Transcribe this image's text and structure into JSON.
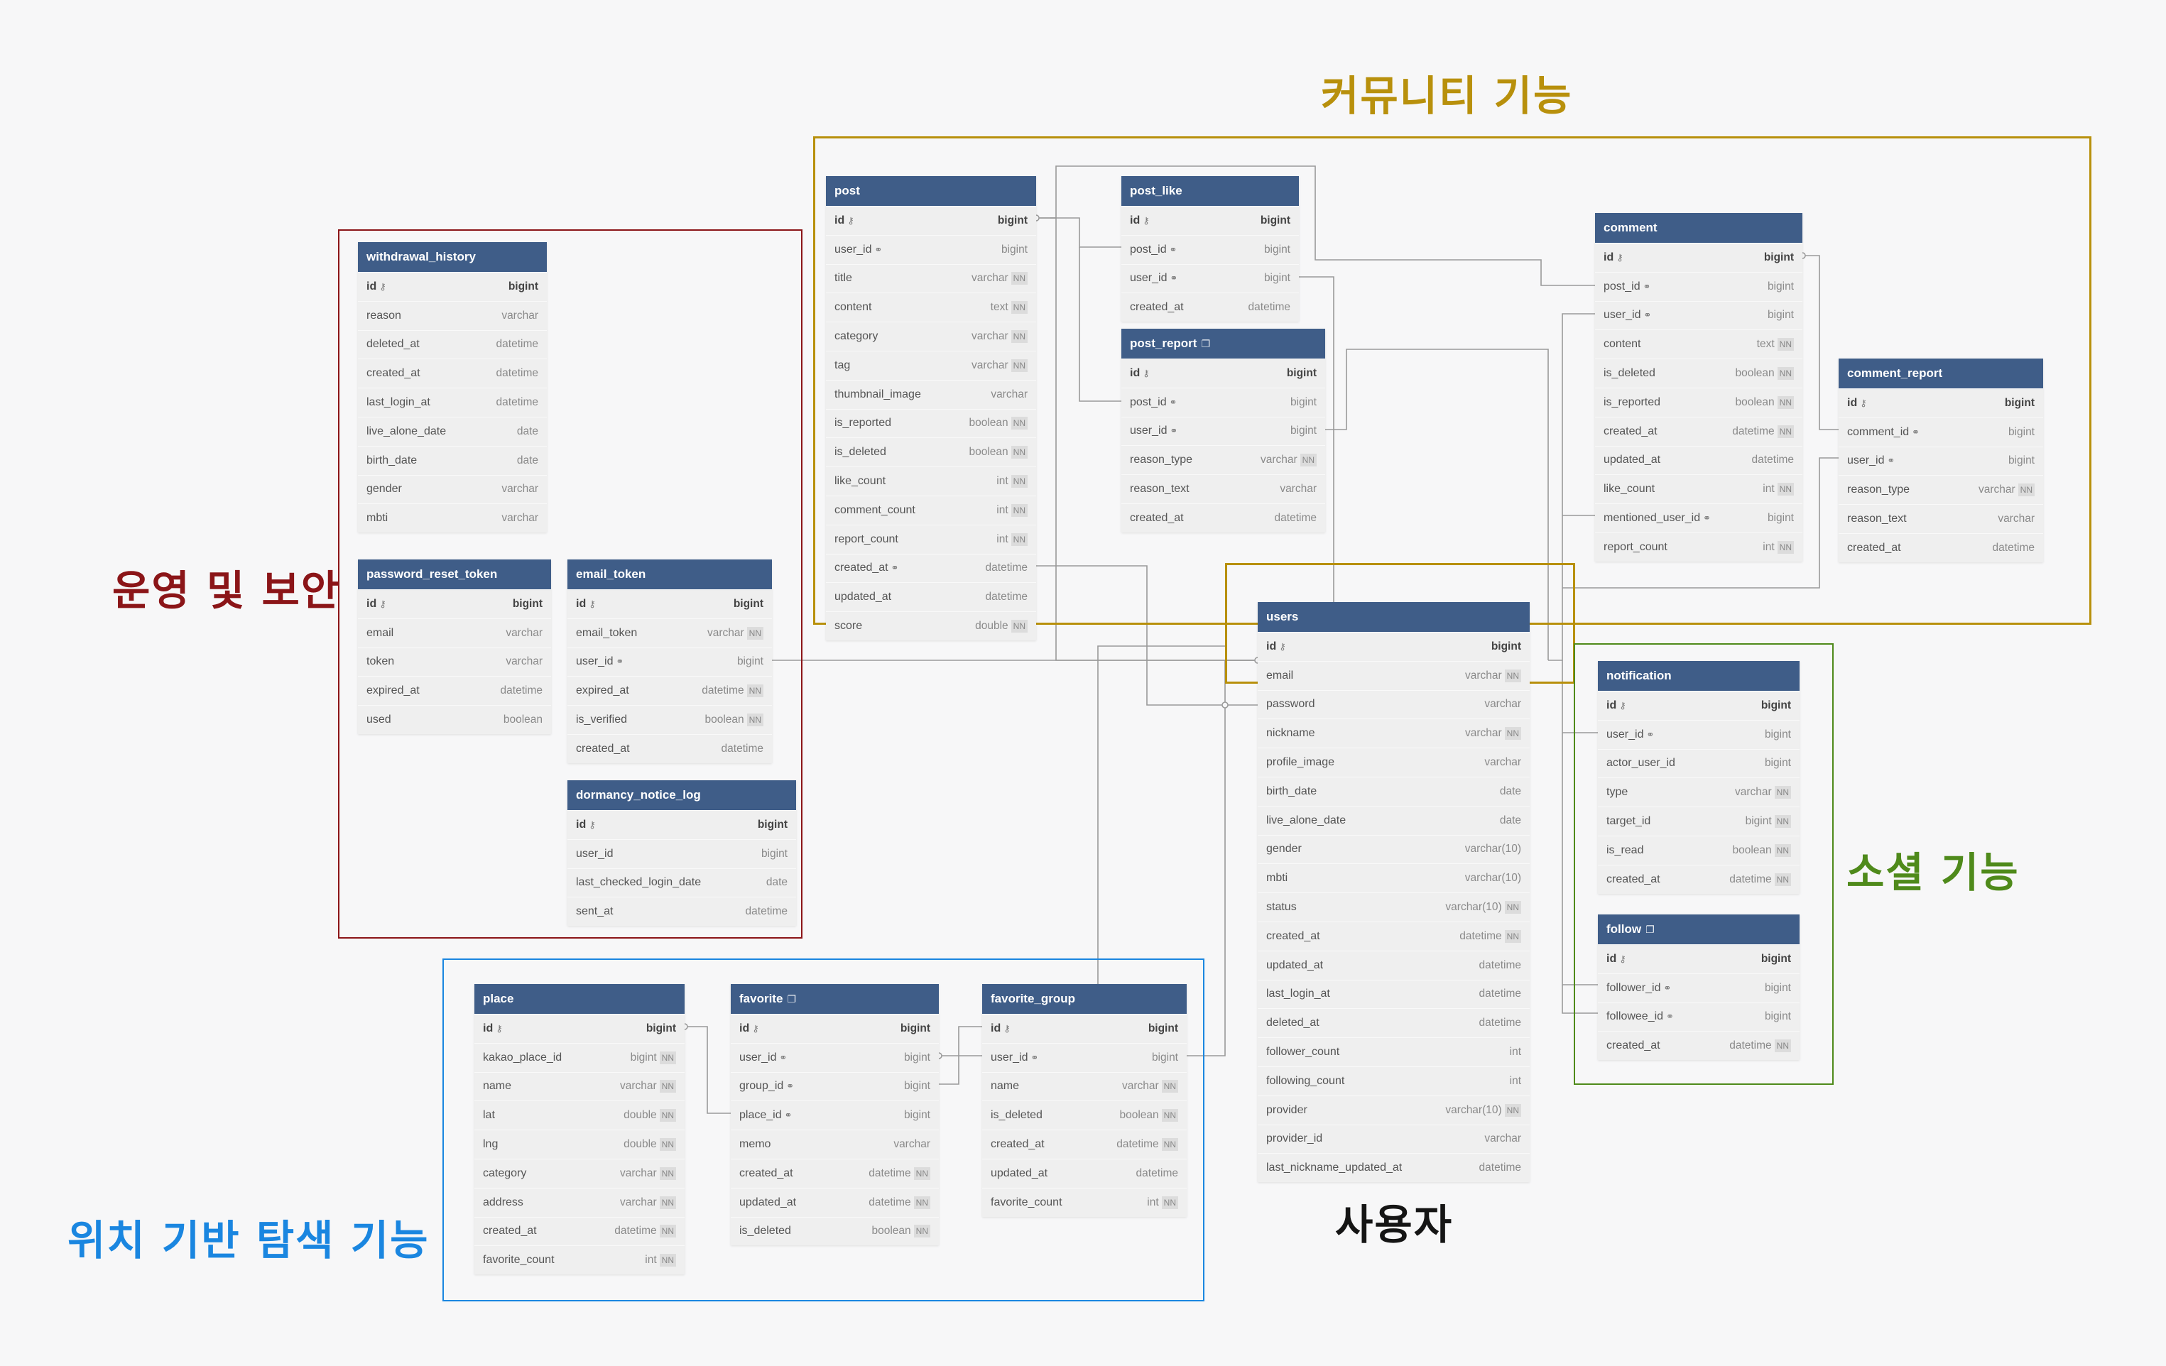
{
  "groups": {
    "community": {
      "title": "커뮤니티 기능",
      "color": "#b8900c"
    },
    "ops": {
      "title": "운영 및 보안",
      "color": "#8b1518"
    },
    "social": {
      "title": "소셜 기능",
      "color": "#4f8a1b"
    },
    "location": {
      "title": "위치 기반 탐색 기능",
      "color": "#1a86e0"
    },
    "users": {
      "title": "사용자",
      "color": "#151515"
    }
  },
  "tables": {
    "withdrawal_history": {
      "name": "withdrawal_history",
      "columns": [
        {
          "name": "id",
          "type": "bigint",
          "pk": true
        },
        {
          "name": "reason",
          "type": "varchar"
        },
        {
          "name": "deleted_at",
          "type": "datetime"
        },
        {
          "name": "created_at",
          "type": "datetime"
        },
        {
          "name": "last_login_at",
          "type": "datetime"
        },
        {
          "name": "live_alone_date",
          "type": "date"
        },
        {
          "name": "birth_date",
          "type": "date"
        },
        {
          "name": "gender",
          "type": "varchar"
        },
        {
          "name": "mbti",
          "type": "varchar"
        }
      ]
    },
    "password_reset_token": {
      "name": "password_reset_token",
      "columns": [
        {
          "name": "id",
          "type": "bigint",
          "pk": true
        },
        {
          "name": "email",
          "type": "varchar"
        },
        {
          "name": "token",
          "type": "varchar"
        },
        {
          "name": "expired_at",
          "type": "datetime"
        },
        {
          "name": "used",
          "type": "boolean"
        }
      ]
    },
    "email_token": {
      "name": "email_token",
      "columns": [
        {
          "name": "id",
          "type": "bigint",
          "pk": true
        },
        {
          "name": "email_token",
          "type": "varchar",
          "nn": true
        },
        {
          "name": "user_id",
          "type": "bigint",
          "fk": true
        },
        {
          "name": "expired_at",
          "type": "datetime",
          "nn": true
        },
        {
          "name": "is_verified",
          "type": "boolean",
          "nn": true
        },
        {
          "name": "created_at",
          "type": "datetime"
        }
      ]
    },
    "dormancy_notice_log": {
      "name": "dormancy_notice_log",
      "columns": [
        {
          "name": "id",
          "type": "bigint",
          "pk": true
        },
        {
          "name": "user_id",
          "type": "bigint"
        },
        {
          "name": "last_checked_login_date",
          "type": "date"
        },
        {
          "name": "sent_at",
          "type": "datetime"
        }
      ]
    },
    "post": {
      "name": "post",
      "columns": [
        {
          "name": "id",
          "type": "bigint",
          "pk": true
        },
        {
          "name": "user_id",
          "type": "bigint",
          "fk": true
        },
        {
          "name": "title",
          "type": "varchar",
          "nn": true
        },
        {
          "name": "content",
          "type": "text",
          "nn": true
        },
        {
          "name": "category",
          "type": "varchar",
          "nn": true
        },
        {
          "name": "tag",
          "type": "varchar",
          "nn": true
        },
        {
          "name": "thumbnail_image",
          "type": "varchar"
        },
        {
          "name": "is_reported",
          "type": "boolean",
          "nn": true
        },
        {
          "name": "is_deleted",
          "type": "boolean",
          "nn": true
        },
        {
          "name": "like_count",
          "type": "int",
          "nn": true
        },
        {
          "name": "comment_count",
          "type": "int",
          "nn": true
        },
        {
          "name": "report_count",
          "type": "int",
          "nn": true
        },
        {
          "name": "created_at",
          "type": "datetime",
          "fk": true
        },
        {
          "name": "updated_at",
          "type": "datetime"
        },
        {
          "name": "score",
          "type": "double",
          "nn": true
        }
      ]
    },
    "post_like": {
      "name": "post_like",
      "columns": [
        {
          "name": "id",
          "type": "bigint",
          "pk": true
        },
        {
          "name": "post_id",
          "type": "bigint",
          "fk": true
        },
        {
          "name": "user_id",
          "type": "bigint",
          "fk": true
        },
        {
          "name": "created_at",
          "type": "datetime"
        }
      ]
    },
    "post_report": {
      "name": "post_report",
      "note": true,
      "columns": [
        {
          "name": "id",
          "type": "bigint",
          "pk": true
        },
        {
          "name": "post_id",
          "type": "bigint",
          "fk": true
        },
        {
          "name": "user_id",
          "type": "bigint",
          "fk": true
        },
        {
          "name": "reason_type",
          "type": "varchar",
          "nn": true
        },
        {
          "name": "reason_text",
          "type": "varchar"
        },
        {
          "name": "created_at",
          "type": "datetime"
        }
      ]
    },
    "comment": {
      "name": "comment",
      "columns": [
        {
          "name": "id",
          "type": "bigint",
          "pk": true
        },
        {
          "name": "post_id",
          "type": "bigint",
          "fk": true
        },
        {
          "name": "user_id",
          "type": "bigint",
          "fk": true
        },
        {
          "name": "content",
          "type": "text",
          "nn": true
        },
        {
          "name": "is_deleted",
          "type": "boolean",
          "nn": true
        },
        {
          "name": "is_reported",
          "type": "boolean",
          "nn": true
        },
        {
          "name": "created_at",
          "type": "datetime",
          "nn": true
        },
        {
          "name": "updated_at",
          "type": "datetime"
        },
        {
          "name": "like_count",
          "type": "int",
          "nn": true
        },
        {
          "name": "mentioned_user_id",
          "type": "bigint",
          "fk": true
        },
        {
          "name": "report_count",
          "type": "int",
          "nn": true
        }
      ]
    },
    "comment_report": {
      "name": "comment_report",
      "columns": [
        {
          "name": "id",
          "type": "bigint",
          "pk": true
        },
        {
          "name": "comment_id",
          "type": "bigint",
          "fk": true
        },
        {
          "name": "user_id",
          "type": "bigint",
          "fk": true
        },
        {
          "name": "reason_type",
          "type": "varchar",
          "nn": true
        },
        {
          "name": "reason_text",
          "type": "varchar"
        },
        {
          "name": "created_at",
          "type": "datetime"
        }
      ]
    },
    "users": {
      "name": "users",
      "columns": [
        {
          "name": "id",
          "type": "bigint",
          "pk": true
        },
        {
          "name": "email",
          "type": "varchar",
          "nn": true
        },
        {
          "name": "password",
          "type": "varchar"
        },
        {
          "name": "nickname",
          "type": "varchar",
          "nn": true
        },
        {
          "name": "profile_image",
          "type": "varchar"
        },
        {
          "name": "birth_date",
          "type": "date"
        },
        {
          "name": "live_alone_date",
          "type": "date"
        },
        {
          "name": "gender",
          "type": "varchar(10)"
        },
        {
          "name": "mbti",
          "type": "varchar(10)"
        },
        {
          "name": "status",
          "type": "varchar(10)",
          "nn": true
        },
        {
          "name": "created_at",
          "type": "datetime",
          "nn": true
        },
        {
          "name": "updated_at",
          "type": "datetime"
        },
        {
          "name": "last_login_at",
          "type": "datetime"
        },
        {
          "name": "deleted_at",
          "type": "datetime"
        },
        {
          "name": "follower_count",
          "type": "int"
        },
        {
          "name": "following_count",
          "type": "int"
        },
        {
          "name": "provider",
          "type": "varchar(10)",
          "nn": true
        },
        {
          "name": "provider_id",
          "type": "varchar"
        },
        {
          "name": "last_nickname_updated_at",
          "type": "datetime"
        }
      ]
    },
    "notification": {
      "name": "notification",
      "columns": [
        {
          "name": "id",
          "type": "bigint",
          "pk": true
        },
        {
          "name": "user_id",
          "type": "bigint",
          "fk": true
        },
        {
          "name": "actor_user_id",
          "type": "bigint"
        },
        {
          "name": "type",
          "type": "varchar",
          "nn": true
        },
        {
          "name": "target_id",
          "type": "bigint",
          "nn": true
        },
        {
          "name": "is_read",
          "type": "boolean",
          "nn": true
        },
        {
          "name": "created_at",
          "type": "datetime",
          "nn": true
        }
      ]
    },
    "follow": {
      "name": "follow",
      "note": true,
      "columns": [
        {
          "name": "id",
          "type": "bigint",
          "pk": true
        },
        {
          "name": "follower_id",
          "type": "bigint",
          "fk": true
        },
        {
          "name": "followee_id",
          "type": "bigint",
          "fk": true
        },
        {
          "name": "created_at",
          "type": "datetime",
          "nn": true
        }
      ]
    },
    "place": {
      "name": "place",
      "columns": [
        {
          "name": "id",
          "type": "bigint",
          "pk": true
        },
        {
          "name": "kakao_place_id",
          "type": "bigint",
          "nn": true
        },
        {
          "name": "name",
          "type": "varchar",
          "nn": true
        },
        {
          "name": "lat",
          "type": "double",
          "nn": true
        },
        {
          "name": "lng",
          "type": "double",
          "nn": true
        },
        {
          "name": "category",
          "type": "varchar",
          "nn": true
        },
        {
          "name": "address",
          "type": "varchar",
          "nn": true
        },
        {
          "name": "created_at",
          "type": "datetime",
          "nn": true
        },
        {
          "name": "favorite_count",
          "type": "int",
          "nn": true
        }
      ]
    },
    "favorite": {
      "name": "favorite",
      "note": true,
      "columns": [
        {
          "name": "id",
          "type": "bigint",
          "pk": true
        },
        {
          "name": "user_id",
          "type": "bigint",
          "fk": true
        },
        {
          "name": "group_id",
          "type": "bigint",
          "fk": true
        },
        {
          "name": "place_id",
          "type": "bigint",
          "fk": true
        },
        {
          "name": "memo",
          "type": "varchar"
        },
        {
          "name": "created_at",
          "type": "datetime",
          "nn": true
        },
        {
          "name": "updated_at",
          "type": "datetime",
          "nn": true
        },
        {
          "name": "is_deleted",
          "type": "boolean",
          "nn": true
        }
      ]
    },
    "favorite_group": {
      "name": "favorite_group",
      "columns": [
        {
          "name": "id",
          "type": "bigint",
          "pk": true
        },
        {
          "name": "user_id",
          "type": "bigint",
          "fk": true
        },
        {
          "name": "name",
          "type": "varchar",
          "nn": true
        },
        {
          "name": "is_deleted",
          "type": "boolean",
          "nn": true
        },
        {
          "name": "created_at",
          "type": "datetime",
          "nn": true
        },
        {
          "name": "updated_at",
          "type": "datetime"
        },
        {
          "name": "favorite_count",
          "type": "int",
          "nn": true
        }
      ]
    }
  },
  "relationships": [
    {
      "from": "post.user_id",
      "to": "users.id"
    },
    {
      "from": "post_like.post_id",
      "to": "post.id"
    },
    {
      "from": "post_like.user_id",
      "to": "users.id"
    },
    {
      "from": "post_report.post_id",
      "to": "post.id"
    },
    {
      "from": "post_report.user_id",
      "to": "users.id"
    },
    {
      "from": "comment.post_id",
      "to": "post.id"
    },
    {
      "from": "comment.user_id",
      "to": "users.id"
    },
    {
      "from": "comment.mentioned_user_id",
      "to": "users.id"
    },
    {
      "from": "comment_report.comment_id",
      "to": "comment.id"
    },
    {
      "from": "comment_report.user_id",
      "to": "users.id"
    },
    {
      "from": "email_token.user_id",
      "to": "users.id"
    },
    {
      "from": "notification.user_id",
      "to": "users.id"
    },
    {
      "from": "follow.follower_id",
      "to": "users.id"
    },
    {
      "from": "follow.followee_id",
      "to": "users.id"
    },
    {
      "from": "favorite.user_id",
      "to": "favorite_group.user_id"
    },
    {
      "from": "favorite.group_id",
      "to": "favorite_group.id"
    },
    {
      "from": "favorite.place_id",
      "to": "place.id"
    },
    {
      "from": "favorite_group.user_id",
      "to": "users.id"
    }
  ]
}
